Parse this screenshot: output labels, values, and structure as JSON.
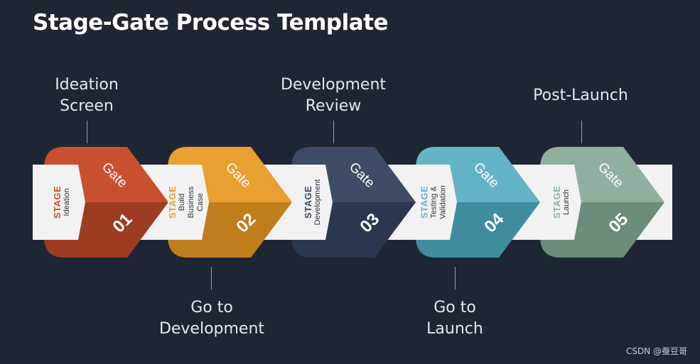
{
  "title": "Stage-Gate Process Template",
  "stages": [
    {
      "stage_word": "STAGE",
      "text": "Ideation",
      "gate_label": "Gate",
      "gate_number": "01",
      "color": "#c8502e",
      "dark": "#9e3c22"
    },
    {
      "stage_word": "STAGE",
      "text": "Build Business Case",
      "gate_label": "Gate",
      "gate_number": "02",
      "color": "#e8a030",
      "dark": "#c07d1c"
    },
    {
      "stage_word": "STAGE",
      "text": "Development",
      "gate_label": "Gate",
      "gate_number": "03",
      "color": "#3d4b66",
      "dark": "#2b3650"
    },
    {
      "stage_word": "STAGE",
      "text": "Testing & Validation",
      "gate_label": "Gate",
      "gate_number": "04",
      "color": "#64b4c8",
      "dark": "#3f8c9e"
    },
    {
      "stage_word": "STAGE",
      "text": "Launch",
      "gate_label": "Gate",
      "gate_number": "05",
      "color": "#8fb09e",
      "dark": "#6b8d7a"
    }
  ],
  "labels_top": [
    {
      "text": "Ideation\nScreen"
    },
    {
      "text": "Development\nReview"
    },
    {
      "text": "Post-Launch"
    }
  ],
  "labels_bottom": [
    {
      "text": "Go to\nDevelopment"
    },
    {
      "text": "Go to\nLaunch"
    }
  ],
  "watermark": "CSDN @蚕豆哥"
}
